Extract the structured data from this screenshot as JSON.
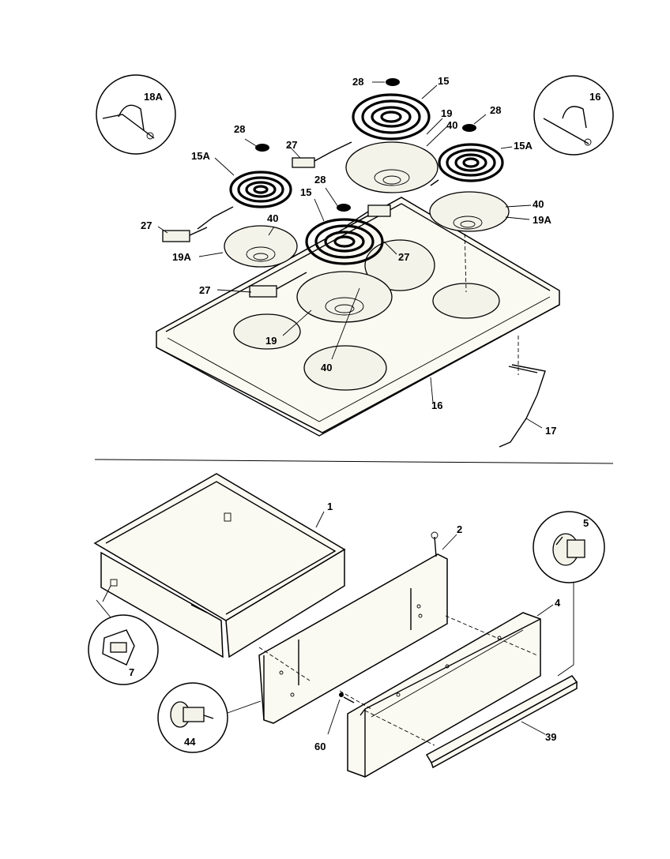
{
  "parts": {
    "callout_15_left": "15",
    "callout_15a_left": "15A",
    "callout_15a_right": "15A",
    "callout_16_burner": "15",
    "callout_16_top": "16",
    "callout_16_detail": "16",
    "callout_17": "17",
    "callout_18a": "18A",
    "callout_19_top": "19",
    "callout_19_bottom": "19",
    "callout_19a_left": "19A",
    "callout_19a_right": "19A",
    "callout_27_a": "27",
    "callout_27_b": "27",
    "callout_27_c": "27",
    "callout_27_d": "27",
    "callout_28_a": "28",
    "callout_28_b": "28",
    "callout_28_c": "28",
    "callout_28_d": "28",
    "callout_40_a": "40",
    "callout_40_b": "40",
    "callout_40_c": "40",
    "callout_40_d": "40",
    "callout_1": "1",
    "callout_2": "2",
    "callout_4": "4",
    "callout_5": "5",
    "callout_7": "7",
    "callout_39": "39",
    "callout_44": "44",
    "callout_60": "60"
  }
}
